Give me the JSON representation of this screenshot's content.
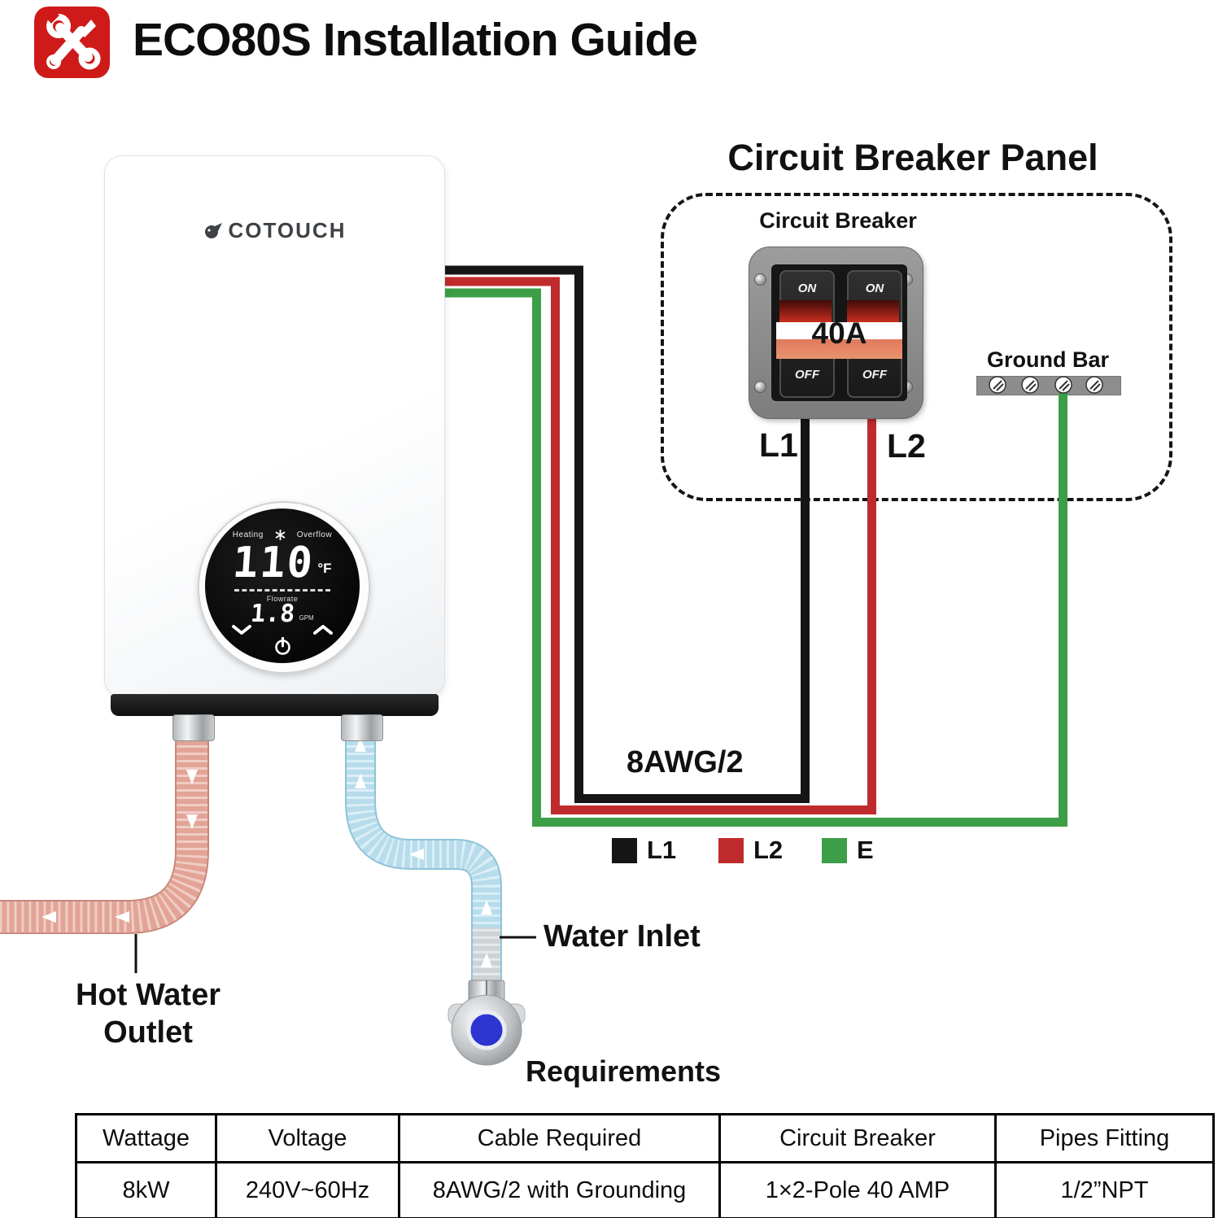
{
  "header": {
    "title": "ECO80S Installation Guide"
  },
  "heater": {
    "brand": "COTOUCH",
    "display": {
      "heating_label": "Heating",
      "overflow_label": "Overflow",
      "temperature": "110",
      "temp_unit": "°F",
      "flow_label": "Flowrate",
      "flow_value": "1.8",
      "flow_unit": "GPM"
    }
  },
  "pipes": {
    "hot_water_line1": "Hot Water",
    "hot_water_line2": "Outlet",
    "water_inlet": "Water Inlet"
  },
  "panel": {
    "title": "Circuit Breaker Panel",
    "breaker_title": "Circuit Breaker",
    "on_label": "ON",
    "off_label": "OFF",
    "amperage": "40A",
    "l1_label": "L1",
    "l2_label": "L2",
    "ground_label": "Ground Bar"
  },
  "wiring": {
    "cable_label": "8AWG/2",
    "legend": [
      {
        "label": "L1",
        "color": "#151515"
      },
      {
        "label": "L2",
        "color": "#bf2b2d"
      },
      {
        "label": "E",
        "color": "#3c9e47"
      }
    ]
  },
  "colors": {
    "wire_black": "#151515",
    "wire_red": "#bf2b2d",
    "wire_green": "#3c9e47",
    "brand_red": "#cf1a1a",
    "pipe_hot": "#e2a496",
    "pipe_cold": "#b7dcec"
  },
  "requirements": {
    "title": "Requirements",
    "headers": [
      "Wattage",
      "Voltage",
      "Cable Required",
      "Circuit Breaker",
      "Pipes Fitting"
    ],
    "values": [
      "8kW",
      "240V~60Hz",
      "8AWG/2 with Grounding",
      "1×2-Pole 40 AMP",
      "1/2”NPT"
    ]
  }
}
